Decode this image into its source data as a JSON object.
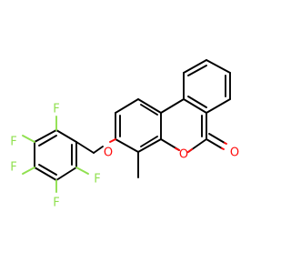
{
  "molecule": {
    "atoms": {
      "o_ether": {
        "text": "O",
        "color": "#ff0d0d"
      },
      "o_ring": {
        "text": "O",
        "color": "#ff0d0d"
      },
      "o_carbonyl": {
        "text": "O",
        "color": "#ff0d0d"
      },
      "f_top": {
        "text": "F",
        "color": "#90e050"
      },
      "f_upper_left": {
        "text": "F",
        "color": "#90e050"
      },
      "f_lower_left": {
        "text": "F",
        "color": "#90e050"
      },
      "f_bottom": {
        "text": "F",
        "color": "#90e050"
      },
      "f_right": {
        "text": "F",
        "color": "#90e050"
      }
    },
    "colors": {
      "bond": "#000000",
      "oxygen": "#ff0d0d",
      "fluorine": "#90e050",
      "background": "#ffffff"
    }
  }
}
